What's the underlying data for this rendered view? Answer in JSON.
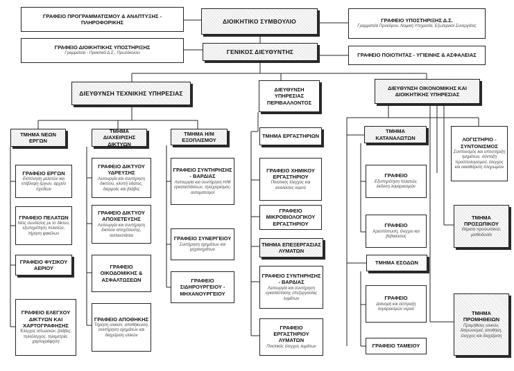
{
  "board": {
    "title": "ΔΙΟΙΚΗΤΙΚΟ ΣΥΜΒΟΥΛΙΟ"
  },
  "ceo": {
    "title": "ΓΕΝΙΚΟΣ ΔΙΕΥΘΥΝΤΗΣ"
  },
  "programming_office": {
    "title": "ΓΡΑΦΕΙΟ ΠΡΟΓΡΑΜΜΑΤΙΣΜΟΥ & ΑΝΑΠΤΥΞΗΣ - ΠΛΗΡΟΦΟΡΙΚΗΣ"
  },
  "admin_support_office": {
    "title": "ΓΡΑΦΕΙΟ ΔΙΟΙΚΗΤΙΚΗΣ ΥΠΟΣΤΗΡΙΞΗΣ",
    "subtitle": "Γραμματεία - Πρακτικά Δ.Σ., Πρωτόκολλο"
  },
  "board_support_office": {
    "title": "ΓΡΑΦΕΙΟ ΥΠΟΣΤΗΡΙΞΗΣ Δ.Σ.",
    "subtitle": "Γραμματεία Προέδρου, Νομική Υπηρεσία, Εξωτερικοί Συνεργάτες"
  },
  "quality_office": {
    "title": "ΓΡΑΦΕΙΟ ΠΟΙΟΤΗΤΑΣ - ΥΓΙΕΙΝΗΣ & ΑΣΦΑΛΕΙΑΣ"
  },
  "technical_division": {
    "title": "ΔΙΕΥΘΥΝΣΗ ΤΕΧΝΙΚΗΣ ΥΠΗΡΕΣΙΑΣ",
    "works_dept": {
      "title": "ΤΜΗΜΑ ΝΕΩΝ ΕΡΓΩΝ",
      "works_office": {
        "title": "ΓΡΑΦΕΙΟ ΕΡΓΩΝ",
        "subtitle": "Εκπόνηση μελετών και επίβλεψη έργων, αρχείο σχεδίων"
      },
      "customers_office": {
        "title": "ΓΡΑΦΕΙΟ ΠΕΛΑΤΩΝ",
        "subtitle": "Νέες συνδέσεις με το δίκτυο, εξυπηρέτηση πελατών, τήρηση φακέλων"
      },
      "gas_office": {
        "title": "ΓΡΑΦΕΙΟ ΦΥΣΙΚΟΥ ΑΕΡΙΟΥ"
      },
      "gis_office": {
        "title": "ΓΡΑΦΕΙΟ ΕΛΕΓΧΟΥ ΔΙΚΤΥΩΝ ΚΑΙ ΧΑΡΤΟΓΡΑΦΗΣΗΣ",
        "subtitle": "Έλεγχος απωλειών, βλάβες, τηλεέλεγχος, τηλεμετρία, χαρτογράφηση"
      }
    },
    "network_dept": {
      "title": "ΤΜΗΜΑ ΔΙΑΧΕΙΡΙΣΗΣ ΔΙΚΤΥΩΝ",
      "water_office": {
        "title": "ΓΡΑΦΕΙΟ ΔΙΚΤΥΟΥ ΥΔΡΕΥΣΗΣ",
        "subtitle": "Λειτουργία και συντήρηση δικτύου, κλοπή ύδατος, διαρροές και βλάβες"
      },
      "sewer_office": {
        "title": "ΓΡΑΦΕΙΟ ΔΙΚΤΥΟΥ ΑΠΟΧΕΤΕΥΣΗΣ",
        "subtitle": "Λειτουργία και συντήρηση δικτύου αποχέτευσης, αντλιοστάσια"
      },
      "building_office": {
        "title": "ΓΡΑΦΕΙΟ ΟΙΚΟΔΟΜΙΚΗΣ & ΑΣΦΑΛΤΩΣΕΩΝ"
      },
      "warehouse_office": {
        "title": "ΓΡΑΦΕΙΟ ΑΠΟΘΗΚΗΣ",
        "subtitle": "Τήρηση υλικών, αποθήκευση, συντήρηση οχημάτων και διαχείριση υλικών"
      }
    },
    "equipment_dept": {
      "title": "ΤΜΗΜΑ Η/Μ ΕΞΟΠΛΙΣΜΟΥ",
      "shifts_office": {
        "title": "ΓΡΑΦΕΙΟ ΣΥΝΤΗΡΗΣΗΣ - ΒΑΡΔΙΑΣ",
        "subtitle": "Λειτουργία και συντήρηση Η/Μ εγκαταστάσεων, τηλεχειρισμός, αυτοματισμοί"
      },
      "tools_office": {
        "title": "ΓΡΑΦΕΙΟ ΣΥΝΕΡΓΕΙΟΥ",
        "subtitle": "Συντήρηση οχημάτων και μηχανημάτων"
      },
      "workshop_office": {
        "title": "ΓΡΑΦΕΙΟ ΣΙΔΗΡΟΥΡΓΕΙΟΥ - ΜΗΧΑΝΟΥΡΓΕΙΟΥ"
      }
    }
  },
  "environment_division": {
    "title": "ΔΙΕΥΘΥΝΣΗ ΥΠΗΡΕΣΙΑΣ ΠΕΡΙΒΑΛΛΟΝΤΟΣ",
    "labs_dept": {
      "title": "ΤΜΗΜΑ ΕΡΓΑΣΤΗΡΙΩΝ",
      "chem_lab": {
        "title": "ΓΡΑΦΕΙΟ ΧΗΜΙΚΟΥ ΕΡΓΑΣΤΗΡΙΟΥ",
        "subtitle": "Ποιοτικός έλεγχος και αναλύσεις νερού"
      },
      "micro_lab": {
        "title": "ΓΡΑΦΕΙΟ ΜΙΚΡΟΒΙΟΛΟΓΙΚΟΥ ΕΡΓΑΣΤΗΡΙΟΥ"
      }
    },
    "wastewater_dept": {
      "title": "ΤΜΗΜΑ ΕΠΕΞΕΡΓΑΣΙΑΣ ΛΥΜΑΤΩΝ",
      "treatment_office": {
        "title": "ΓΡΑΦΕΙΟ ΣΥΝΤΗΡΗΣΗΣ - ΒΑΡΔΙΑΣ",
        "subtitle": "Λειτουργία και συντήρηση εγκατάστασης επεξεργασίας λυμάτων"
      },
      "wastewater_lab": {
        "title": "ΓΡΑΦΕΙΟ ΕΡΓΑΣΤΗΡΙΟΥ ΛΥΜΑΤΩΝ",
        "subtitle": "Ποιοτικός έλεγχος λυμάτων"
      }
    }
  },
  "finance_division": {
    "title": "ΔΙΕΥΘΥΝΣΗ ΟΙΚΟΝΟΜΙΚΗΣ ΚΑΙ ΔΙΟΙΚΗΤΙΚΗΣ ΥΠΗΡΕΣΙΑΣ",
    "consumers_dept": {
      "title": "ΤΜΗΜΑ ΚΑΤΑΝΑΛΩΤΩΝ",
      "info_office": {
        "title": "ΓΡΑΦΕΙΟ",
        "subtitle": "Εξυπηρέτηση πελατών, έκδοση λογαριασμών"
      },
      "billing_office": {
        "title": "ΓΡΑΦΕΙΟ",
        "subtitle": "Χρεοπίστωση, έλεγχοι και βεβαιώσεις"
      }
    },
    "revenue_dept": {
      "title": "ΤΜΗΜΑ ΕΣΟΔΩΝ",
      "collections_office": {
        "title": "ΓΡΑΦΕΙΟ",
        "subtitle": "Διανομή και είσπραξη λογαριασμών νερού"
      },
      "cashier_office": {
        "title": "ΓΡΑΦΕΙΟ ΤΑΜΕΙΟΥ"
      }
    },
    "accounting_dept": {
      "title": "ΛΟΓΙΣΤΗΡΙΟ - ΣΥΝΤΟΝΙΣΜΟΣ",
      "subtitle": "Συντονισμός και υποστήριξη τμημάτων, σύνταξη προϋπολογισμού, έλεγχος και εκκαθάριση πληρωμών"
    },
    "personnel_dept": {
      "title": "ΤΜΗΜΑ ΠΡΟΣΩΠΙΚΟΥ",
      "subtitle": "Θέματα προσωπικού, μισθοδοσία"
    },
    "procurement_dept": {
      "title": "ΤΜΗΜΑ ΠΡΟΜΗΘΕΙΩΝ",
      "subtitle": "Προμήθειες υλικών, διαγωνισμοί, αποθήκη, έλεγχος και διαχείριση"
    }
  }
}
